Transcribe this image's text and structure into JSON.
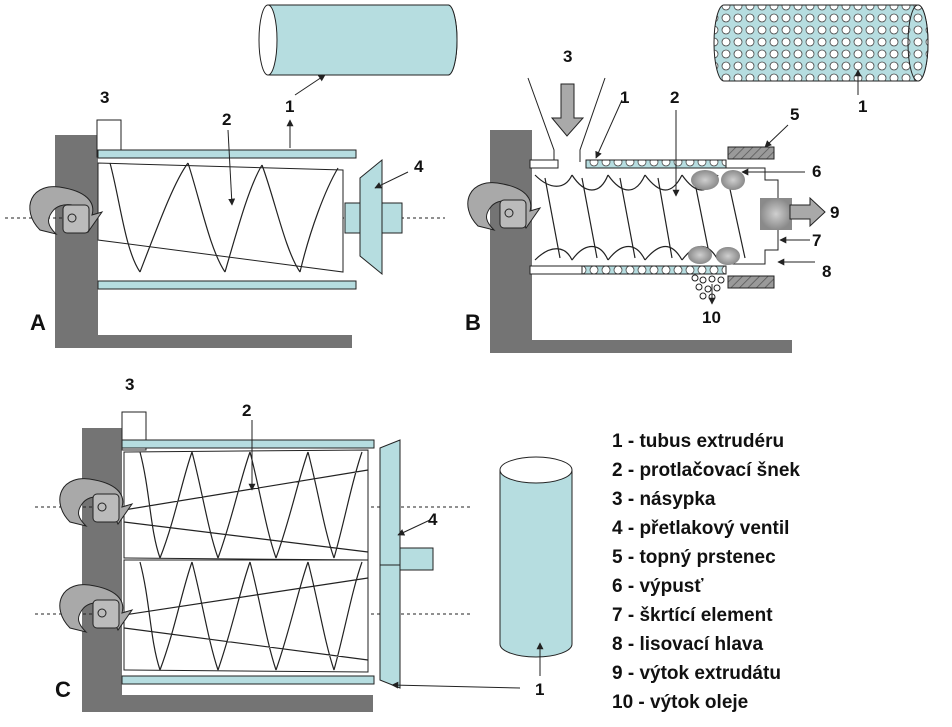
{
  "panels": {
    "a": "A",
    "b": "B",
    "c": "C"
  },
  "colors": {
    "frame": "#747474",
    "tube": "#b6dde0",
    "heater": "#8e8e8e",
    "outline": "#222222",
    "arrow": "#a9a9a9"
  },
  "callouts": {
    "a": [
      "3",
      "2",
      "1",
      "4"
    ],
    "b": [
      "3",
      "1",
      "2",
      "5",
      "1",
      "6",
      "9",
      "7",
      "8",
      "10"
    ],
    "c": [
      "3",
      "2",
      "4",
      "1"
    ]
  },
  "legend": [
    "1 - tubus extrudéru",
    "2 - protlačovací šnek",
    "3 - násypka",
    "4 - přetlakový ventil",
    "5 - topný prstenec",
    "6 - výpusť",
    "7 - škrtící element",
    "8 - lisovací hlava",
    "9 - výtok extrudátu",
    "10 - výtok oleje"
  ]
}
